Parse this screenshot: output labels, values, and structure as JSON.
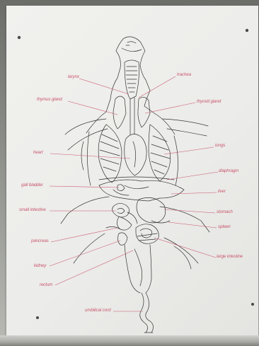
{
  "diagram": {
    "labels": {
      "larynx": "larynx",
      "trachea": "trachea",
      "thymus": "thymus gland",
      "thyroid": "thyroid gland",
      "heart": "heart",
      "lungs": "lungs",
      "diaphragm": "diaphragm",
      "gall_bladder": "gall bladder",
      "liver": "liver",
      "small_intestine": "small intestine",
      "stomach": "stomach",
      "spleen": "spleen",
      "pancreas": "pancreas",
      "large_intestine": "large intestine",
      "kidney": "kidney",
      "rectum": "rectum",
      "umbilical_cord": "umbilical cord"
    },
    "label_color": "#c9556b",
    "line_color": "#c9556b",
    "drawing_color": "#333333"
  }
}
